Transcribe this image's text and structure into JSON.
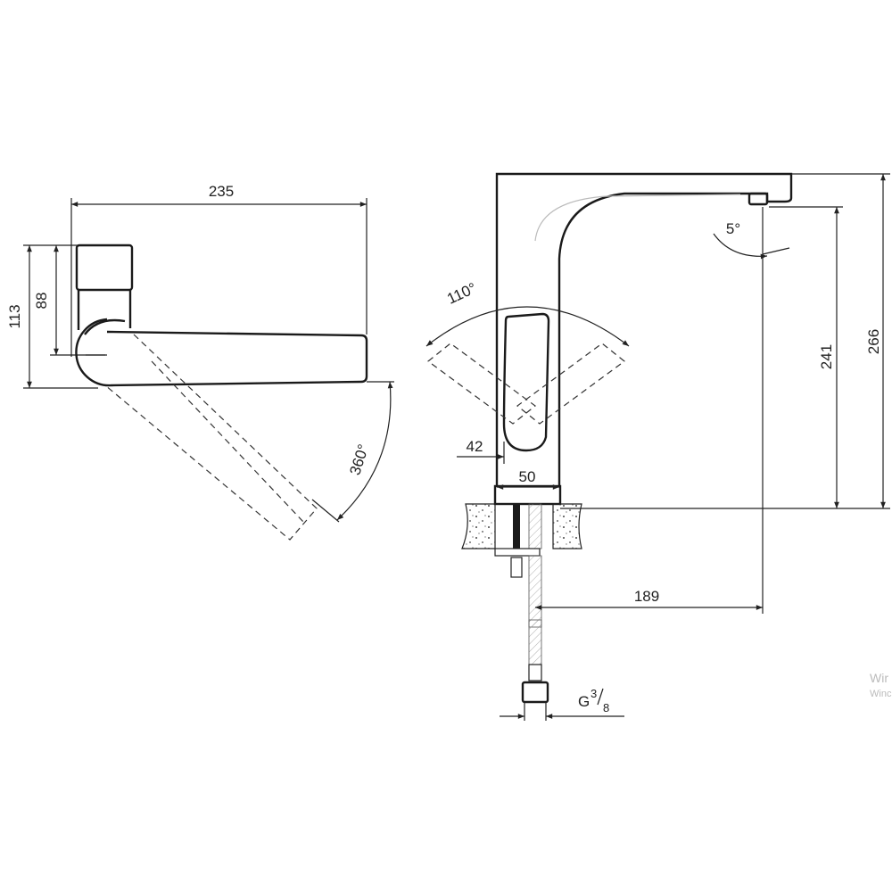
{
  "drawing": {
    "top_view": {
      "width_label": "235",
      "depth_label": "113",
      "cartridge_label": "88",
      "rotation_label": "360°"
    },
    "side_view": {
      "height_total_label": "266",
      "spout_height_label": "241",
      "reach_label": "189",
      "base_width_label": "50",
      "handle_width_label": "42",
      "handle_angle_label": "110°",
      "spout_angle_label": "5°",
      "thread_label_main": "G",
      "thread_label_num": "3",
      "thread_label_den": "8"
    }
  },
  "watermark": {
    "line1": "Wir",
    "line2": "Winc"
  },
  "colors": {
    "line": "#222222",
    "speckle": "#444444"
  }
}
